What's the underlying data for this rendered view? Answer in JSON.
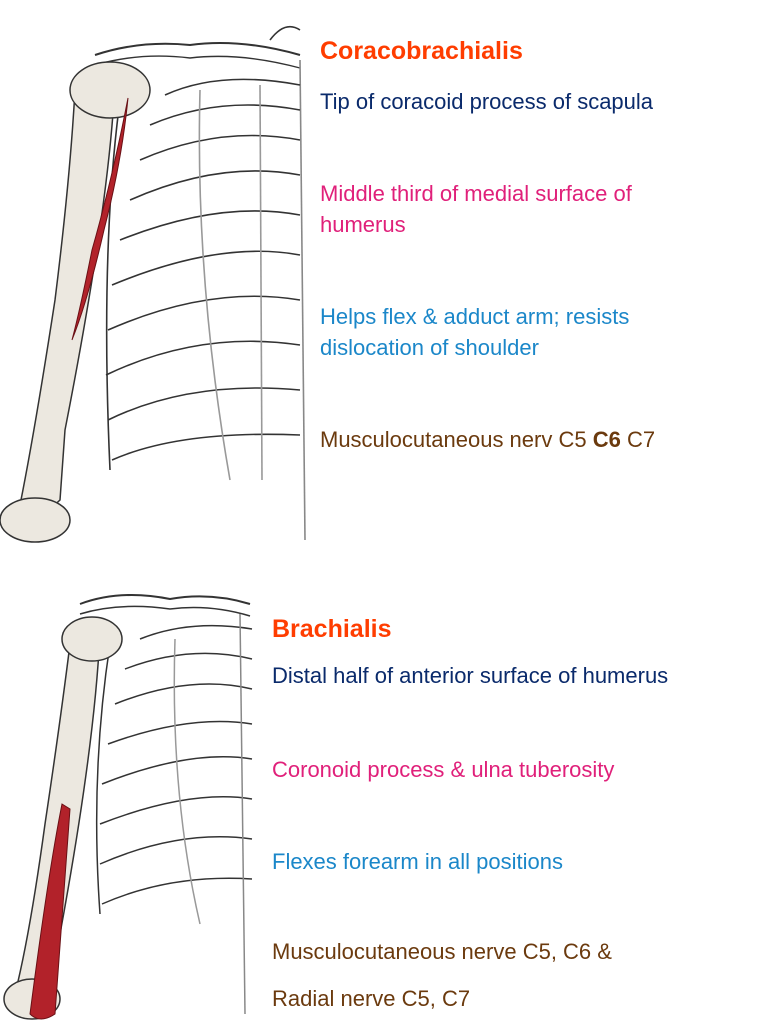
{
  "colors": {
    "title": "#ff3d00",
    "origin": "#0a2a6b",
    "insertion": "#e0207a",
    "action": "#1b87c9",
    "nerve": "#6b3a0e",
    "muscle": "#b2222a"
  },
  "panels": [
    {
      "title": "Coracobrachialis",
      "origin": "Tip of coracoid process of scapula",
      "insertion_line1": "Middle third of medial surface of",
      "insertion_line2": "humerus",
      "action_line1": "Helps flex & adduct arm; resists",
      "action_line2": "dislocation of shoulder",
      "nerve_prefix": "Musculocutaneous nerv C5",
      "nerve_bold": "C6",
      "nerve_suffix": "C7"
    },
    {
      "title": "Brachialis",
      "origin": "Distal half of anterior surface of humerus",
      "insertion": "Coronoid process & ulna tuberosity",
      "action": "Flexes forearm in all positions",
      "nerve_line1": "Musculocutaneous nerve C5, C6 &",
      "nerve_line2": "Radial nerve C5, C7"
    }
  ]
}
